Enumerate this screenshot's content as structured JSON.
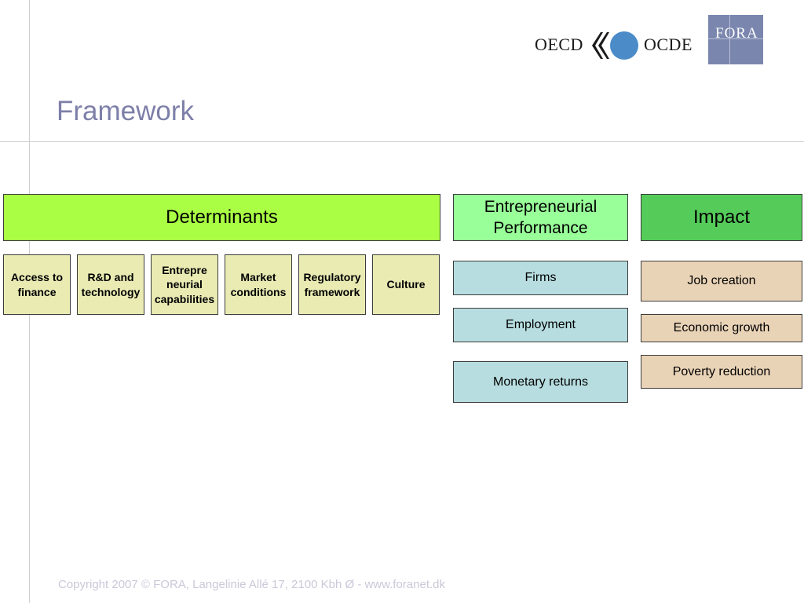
{
  "slide": {
    "title": "Framework",
    "footer": "Copyright 2007 © FORA, Langelinie Allé 17, 2100 Kbh Ø - www.foranet.dk"
  },
  "logos": {
    "oecd_left": "OECD",
    "oecd_right": "OCDE",
    "fora": "FORA"
  },
  "diagram": {
    "determinants": {
      "label": "Determinants",
      "color": "#aaff44",
      "items": [
        "Access to finance",
        "R&D and technology",
        "Entrepre neurial capabilities",
        "Market conditions",
        "Regulatory framework",
        "Culture"
      ]
    },
    "performance": {
      "label": "Entrepreneurial Performance",
      "color": "#99ff99",
      "items": [
        "Firms",
        "Employment",
        "Monetary returns"
      ]
    },
    "impact": {
      "label": "Impact",
      "color": "#55cc5a",
      "items": [
        "Job creation",
        "Economic growth",
        "Poverty reduction"
      ]
    }
  }
}
